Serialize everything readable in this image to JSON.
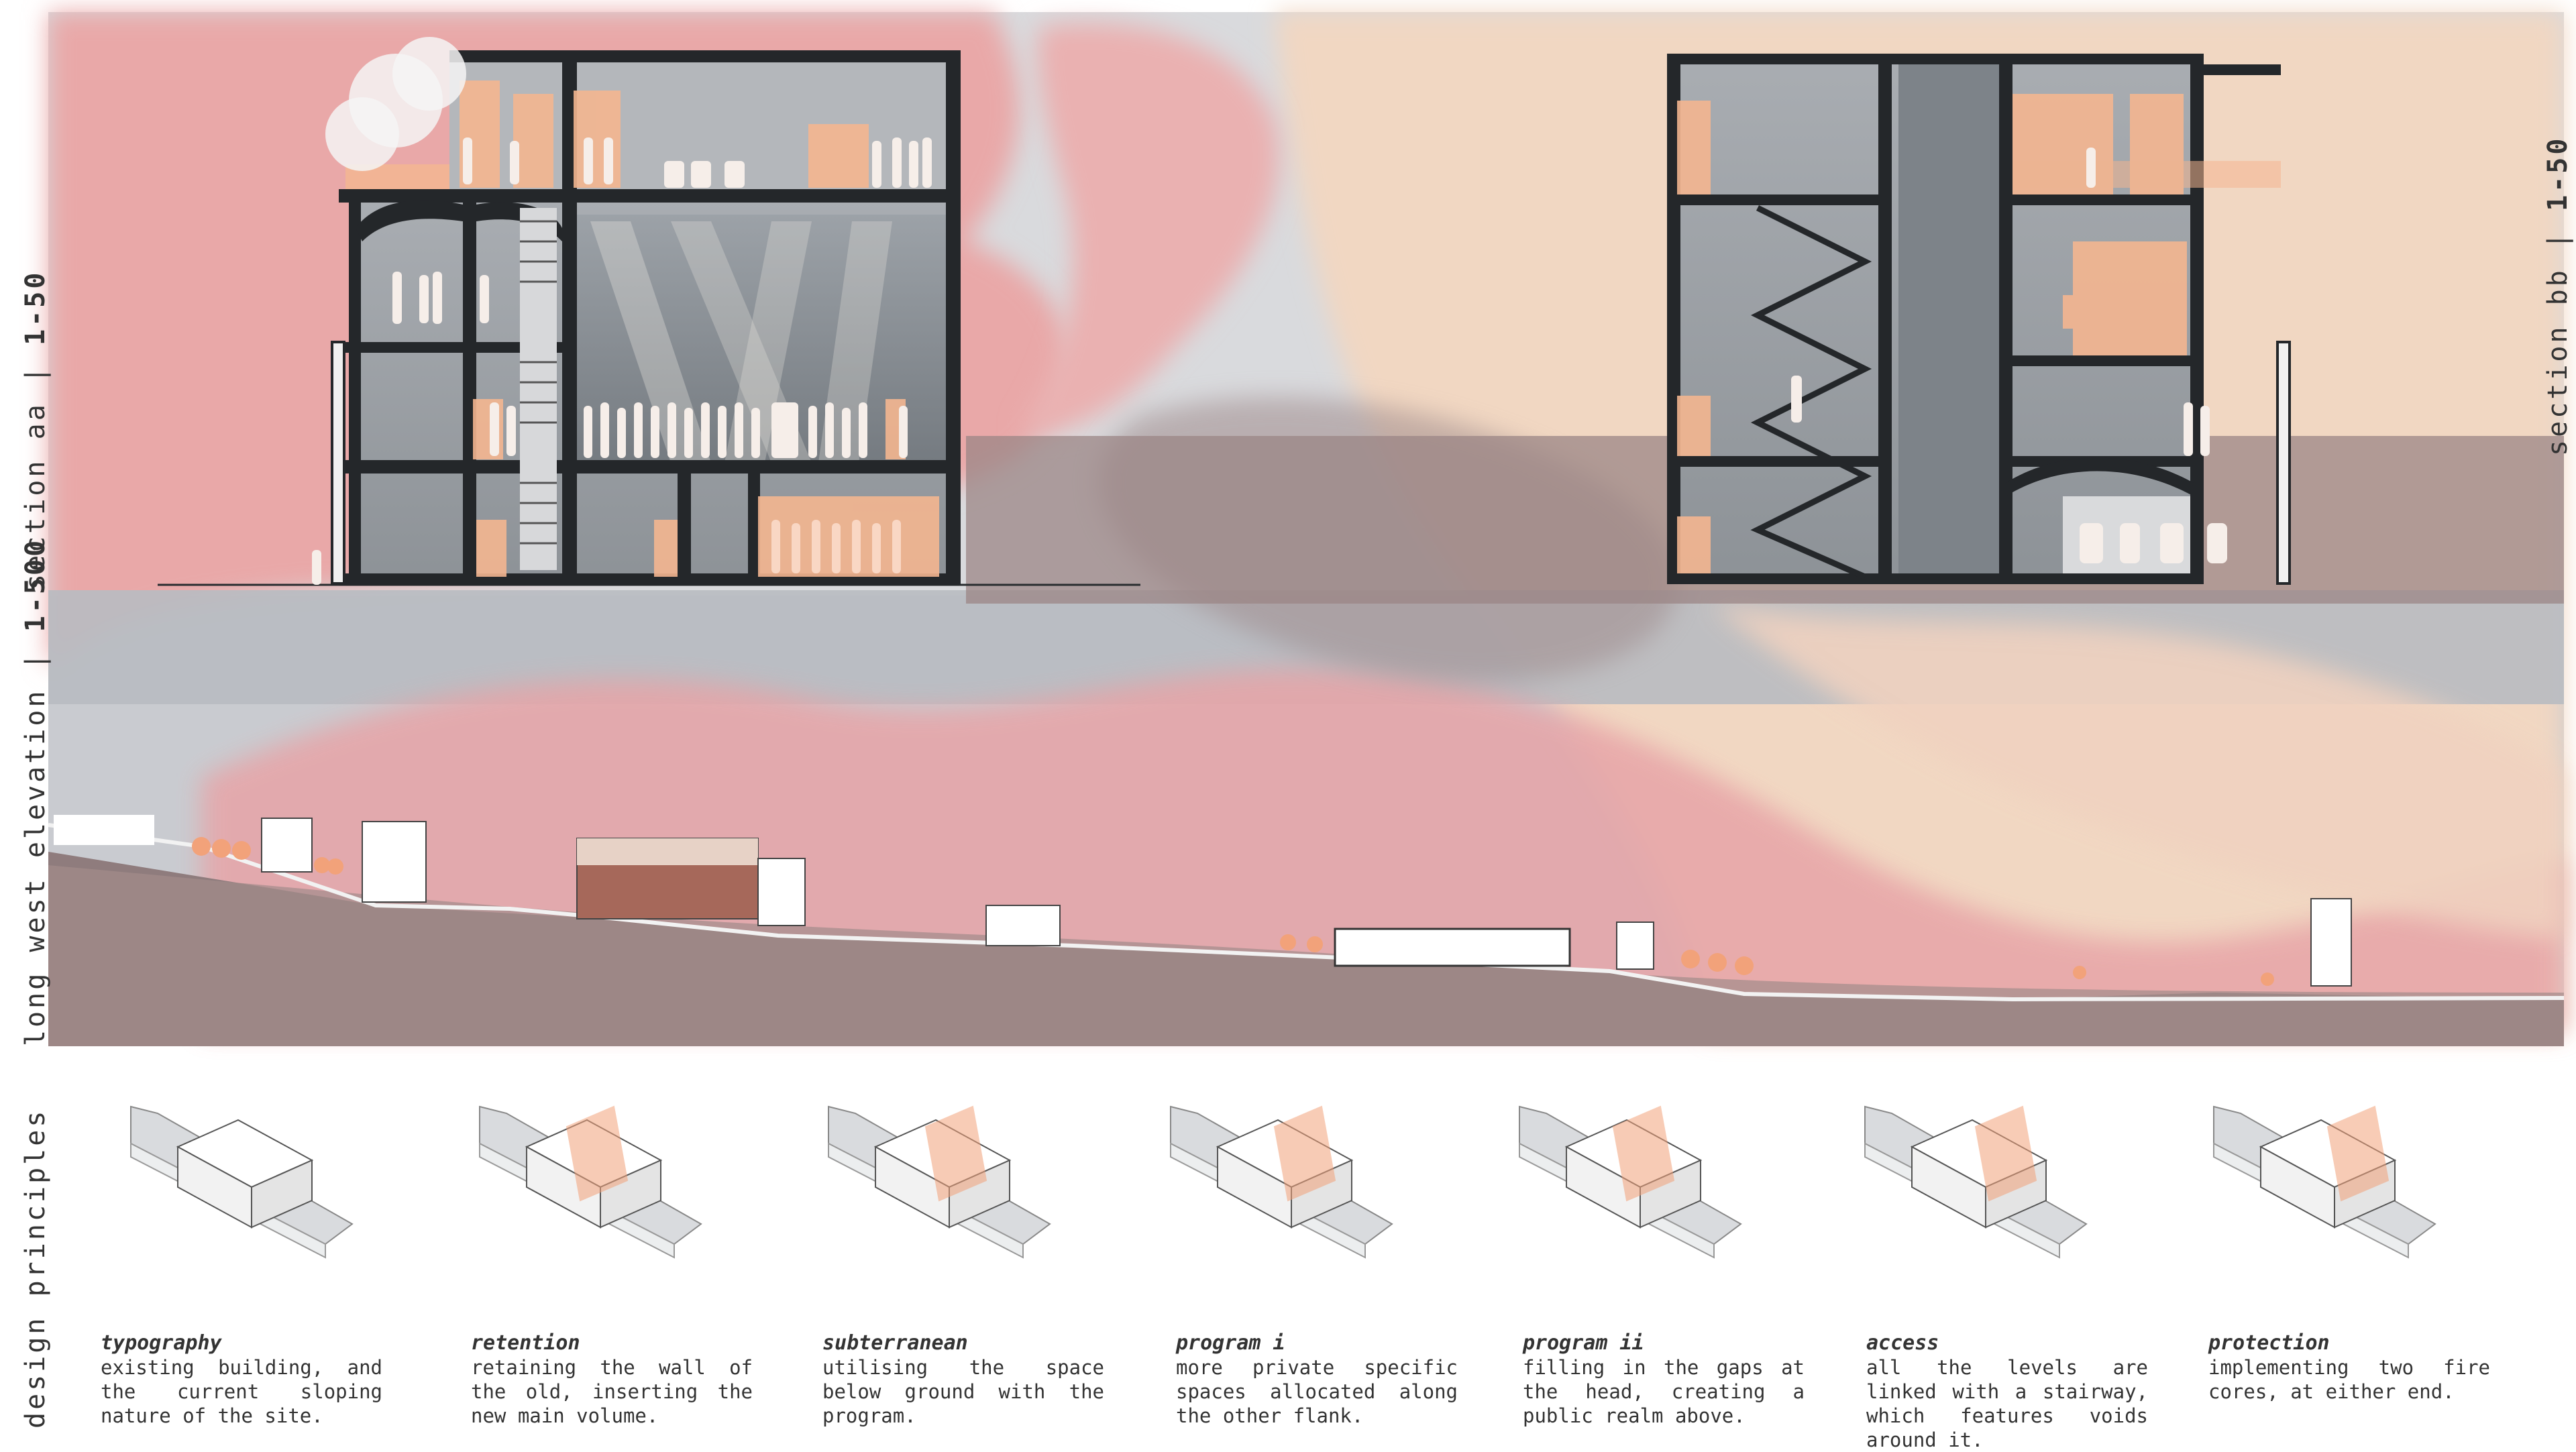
{
  "labels": {
    "section_aa": {
      "name": "section  aa  |  ",
      "scale": "1-50"
    },
    "section_bb": {
      "name": "section  bb  |  ",
      "scale": "1-50"
    },
    "elevation": {
      "name": "long  west  elevation  |  ",
      "scale": "1-500"
    },
    "design_principles": "design  principles"
  },
  "principles": [
    {
      "title": "typography",
      "text": "existing building, and the current sloping nature of the site."
    },
    {
      "title": "retention",
      "text": "retaining the wall of the old, inserting the new main volume."
    },
    {
      "title": "subterranean",
      "text": "utilising the space below ground with the program."
    },
    {
      "title": "program i",
      "text": "more private specific spaces allocated along the other flank."
    },
    {
      "title": "program ii",
      "text": "filling in the gaps at the head, creating a public realm above."
    },
    {
      "title": "access",
      "text": "all the levels are linked with a stairway, which features voids around it."
    },
    {
      "title": "protection",
      "text": "implementing two fire cores, at either end."
    }
  ],
  "colors": {
    "pink": "#e8a7a7",
    "peach": "#f3d9c4",
    "ground": "#9e8686",
    "grey": "#b9bcc2",
    "structure": "#25282b",
    "accent": "#f2a27a"
  }
}
